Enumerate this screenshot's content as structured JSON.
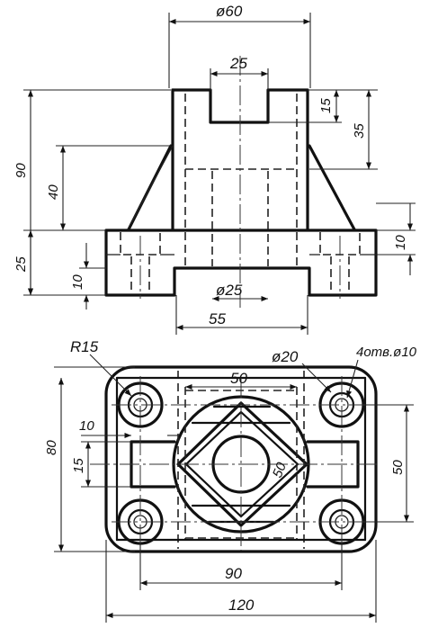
{
  "front_view": {
    "dims": {
      "top_dia": "ø60",
      "slot_width": "25",
      "slot_depth": "15",
      "upper_depth": "35",
      "total_height": "90",
      "rib_height": "40",
      "base_height": "25",
      "base_plate": "10",
      "foot_step": "10",
      "hole_dia": "ø25",
      "bottom_cut": "55"
    }
  },
  "top_view": {
    "dims": {
      "corner_radius": "R15",
      "boss_dia": "ø20",
      "holes": "4отв.ø10",
      "square_top": "50",
      "left_slot_width": "10",
      "left_slot_height": "15",
      "overall_height": "80",
      "right_slot": "50",
      "square_diag": "50",
      "hole_spacing": "90",
      "overall_width": "120"
    }
  }
}
